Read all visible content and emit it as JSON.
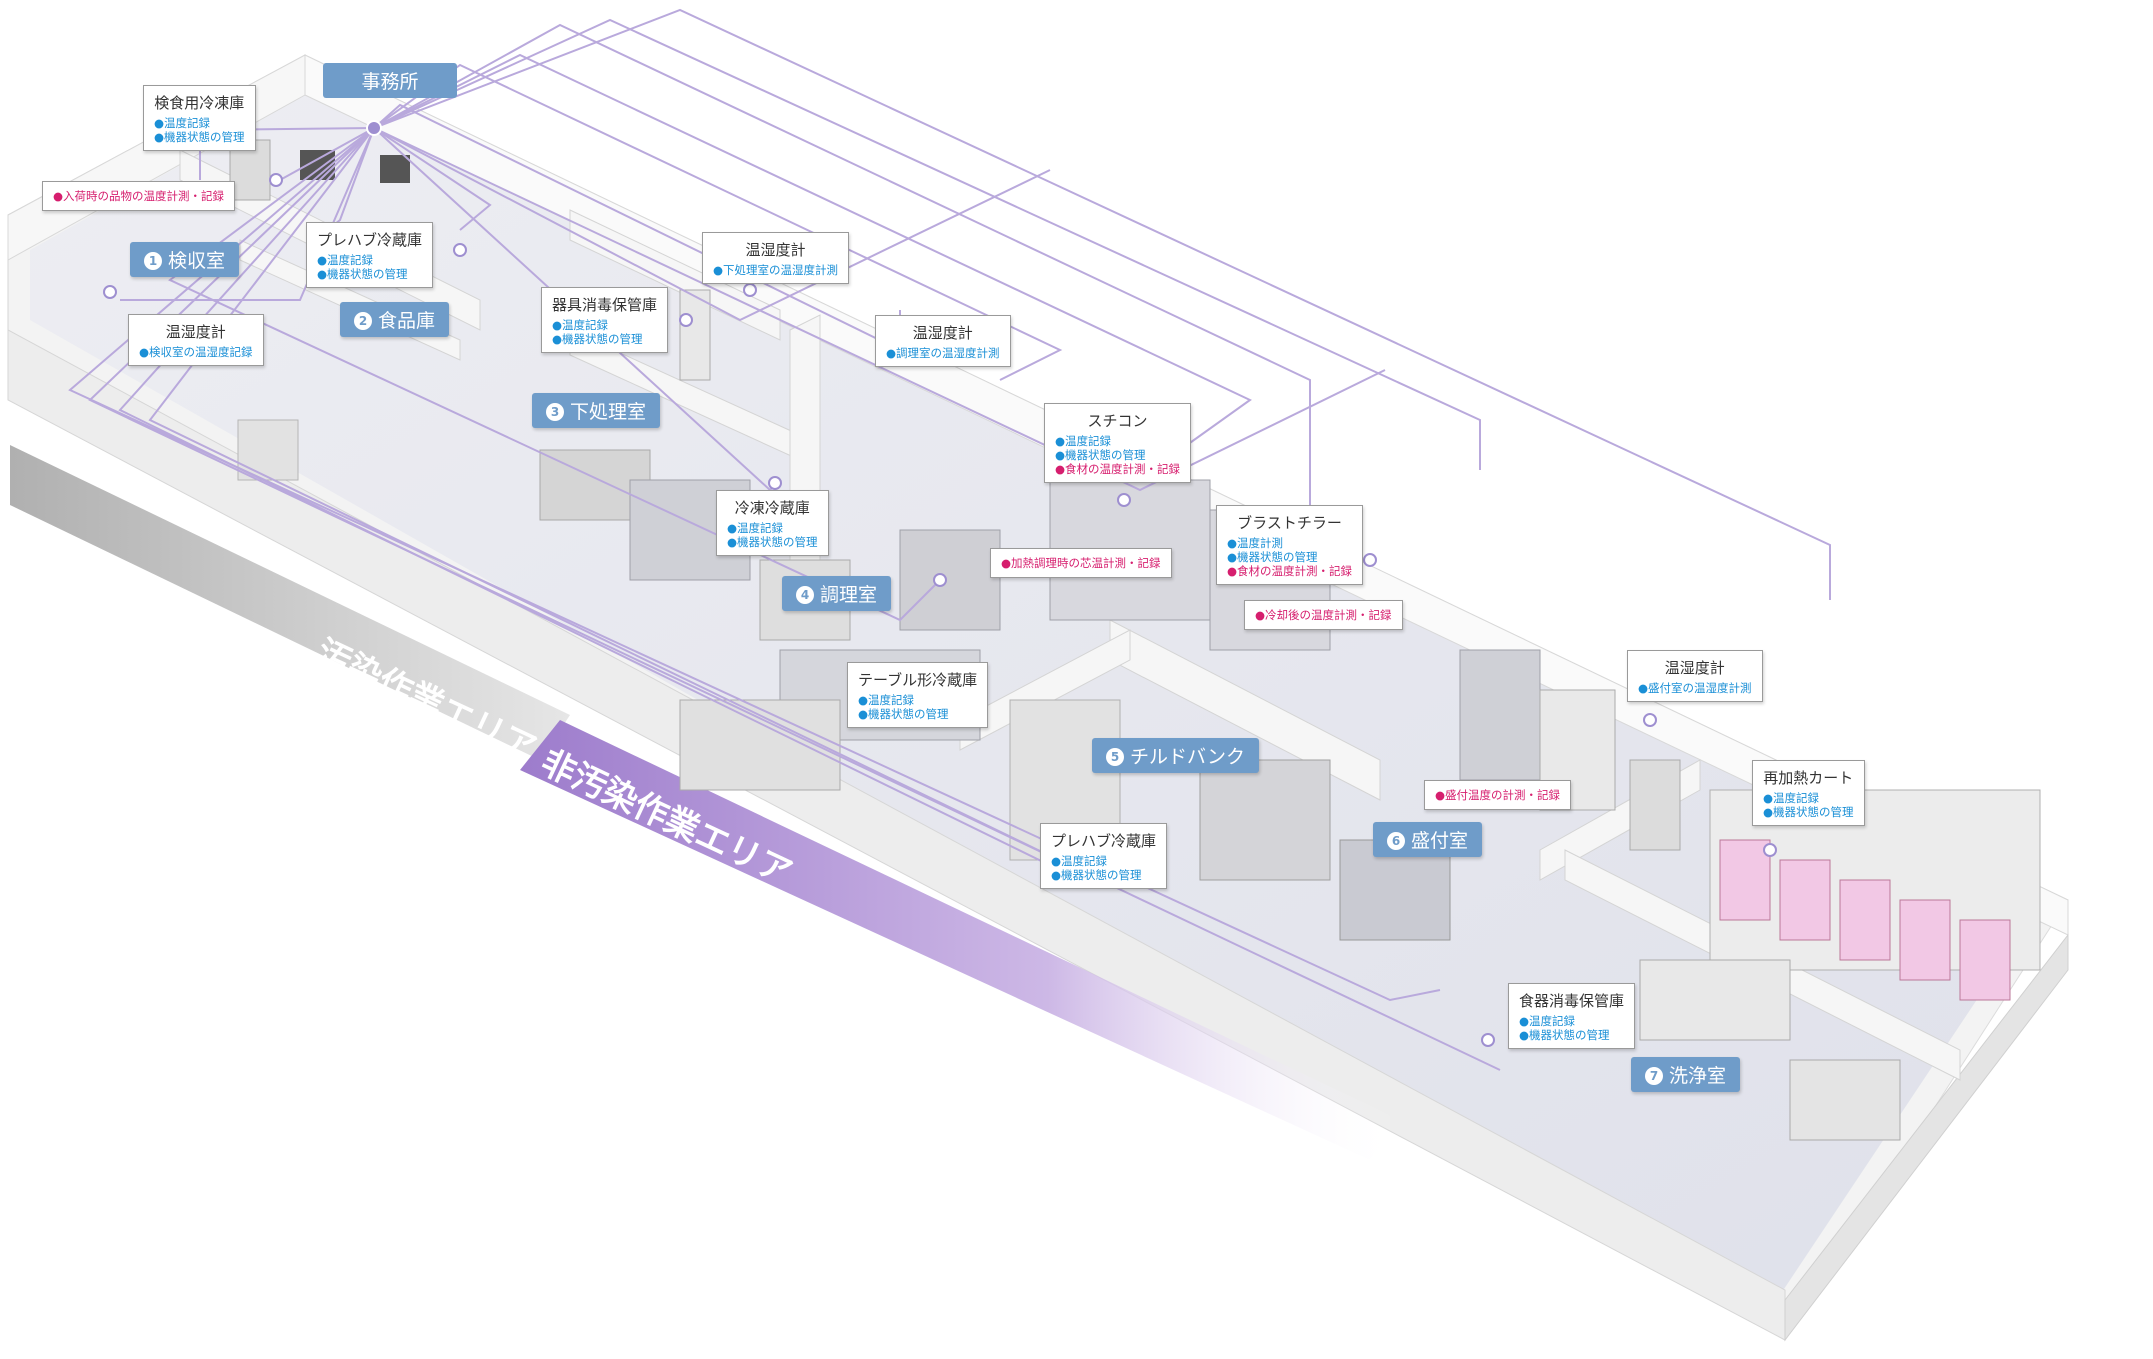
{
  "office": {
    "label": "事務所"
  },
  "rooms": [
    {
      "num": "1",
      "label": "検収室"
    },
    {
      "num": "2",
      "label": "食品庫"
    },
    {
      "num": "3",
      "label": "下処理室"
    },
    {
      "num": "4",
      "label": "調理室"
    },
    {
      "num": "5",
      "label": "チルドバンク"
    },
    {
      "num": "6",
      "label": "盛付室"
    },
    {
      "num": "7",
      "label": "洗浄室"
    }
  ],
  "callouts": [
    {
      "title": "検食用冷凍庫",
      "items": [
        {
          "text": "温度記録",
          "color": "blue"
        },
        {
          "text": "機器状態の管理",
          "color": "blue"
        }
      ]
    },
    {
      "title": "プレハブ冷蔵庫",
      "items": [
        {
          "text": "温度記録",
          "color": "blue"
        },
        {
          "text": "機器状態の管理",
          "color": "blue"
        }
      ]
    },
    {
      "title": "温湿度計",
      "items": [
        {
          "text": "下処理室の温湿度計測",
          "color": "blue"
        }
      ]
    },
    {
      "title": "器具消毒保管庫",
      "items": [
        {
          "text": "温度記録",
          "color": "blue"
        },
        {
          "text": "機器状態の管理",
          "color": "blue"
        }
      ]
    },
    {
      "title": "温湿度計",
      "items": [
        {
          "text": "検収室の温湿度記録",
          "color": "blue"
        }
      ]
    },
    {
      "title": "温湿度計",
      "items": [
        {
          "text": "調理室の温湿度計測",
          "color": "blue"
        }
      ]
    },
    {
      "title": "スチコン",
      "items": [
        {
          "text": "温度記録",
          "color": "blue"
        },
        {
          "text": "機器状態の管理",
          "color": "blue"
        },
        {
          "text": "食材の温度計測・記録",
          "color": "red"
        }
      ]
    },
    {
      "title": "冷凍冷蔵庫",
      "items": [
        {
          "text": "温度記録",
          "color": "blue"
        },
        {
          "text": "機器状態の管理",
          "color": "blue"
        }
      ]
    },
    {
      "title": "ブラストチラー",
      "items": [
        {
          "text": "温度計測",
          "color": "blue"
        },
        {
          "text": "機器状態の管理",
          "color": "blue"
        },
        {
          "text": "食材の温度計測・記録",
          "color": "red"
        }
      ]
    },
    {
      "title": "テーブル形冷蔵庫",
      "items": [
        {
          "text": "温度記録",
          "color": "blue"
        },
        {
          "text": "機器状態の管理",
          "color": "blue"
        }
      ]
    },
    {
      "title": "温湿度計",
      "items": [
        {
          "text": "盛付室の温湿度計測",
          "color": "blue"
        }
      ]
    },
    {
      "title": "再加熱カート",
      "items": [
        {
          "text": "温度記録",
          "color": "blue"
        },
        {
          "text": "機器状態の管理",
          "color": "blue"
        }
      ]
    },
    {
      "title": "プレハブ冷蔵庫",
      "items": [
        {
          "text": "温度記録",
          "color": "blue"
        },
        {
          "text": "機器状態の管理",
          "color": "blue"
        }
      ]
    },
    {
      "title": "食器消毒保管庫",
      "items": [
        {
          "text": "温度記録",
          "color": "blue"
        },
        {
          "text": "機器状態の管理",
          "color": "blue"
        }
      ]
    }
  ],
  "tags": [
    "入荷時の品物の温度計測・記録",
    "加熱調理時の芯温計測・記録",
    "冷却後の温度計測・記録",
    "盛付温度の計測・記録"
  ],
  "zones": {
    "contaminated": "汚染作業エリア",
    "non_contaminated": "非汚染作業エリア"
  },
  "colors": {
    "room_label": "#6f9cc9",
    "network_line": "#b9a9dc",
    "bullet_blue": "#1a8fd6",
    "bullet_red": "#d61e6e",
    "floor": "#d9dbe9",
    "zone_gray": "#bdbdbd",
    "zone_purple": "#a784d0"
  }
}
